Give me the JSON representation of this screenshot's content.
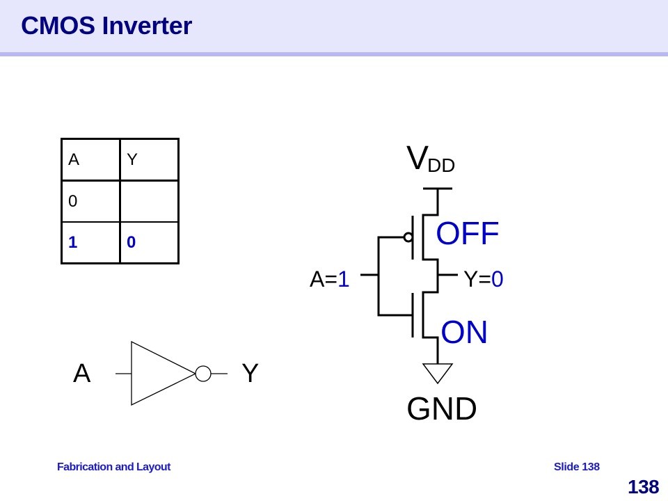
{
  "header": {
    "title": "CMOS Inverter",
    "background_color": "#e6e6fc",
    "bar_color": "#b8b8f4",
    "title_color": "#000080"
  },
  "truth_table": {
    "headers": [
      "A",
      "Y"
    ],
    "rows": [
      {
        "a": "0",
        "y": ""
      },
      {
        "a": "1",
        "y": "0",
        "highlight": true
      }
    ],
    "highlight_color": "#0000cc"
  },
  "inverter_symbol": {
    "input_label": "A",
    "output_label": "Y"
  },
  "schematic": {
    "vdd_main": "V",
    "vdd_sub": "DD",
    "gnd_label": "GND",
    "input_label_prefix": "A=",
    "input_value": "1",
    "output_label_prefix": "Y=",
    "output_value": "0",
    "pmos_state": "OFF",
    "nmos_state": "ON",
    "state_color": "#0000cc"
  },
  "footer": {
    "left": "Fabrication and Layout",
    "right": "Slide 138",
    "page_number": "138"
  }
}
